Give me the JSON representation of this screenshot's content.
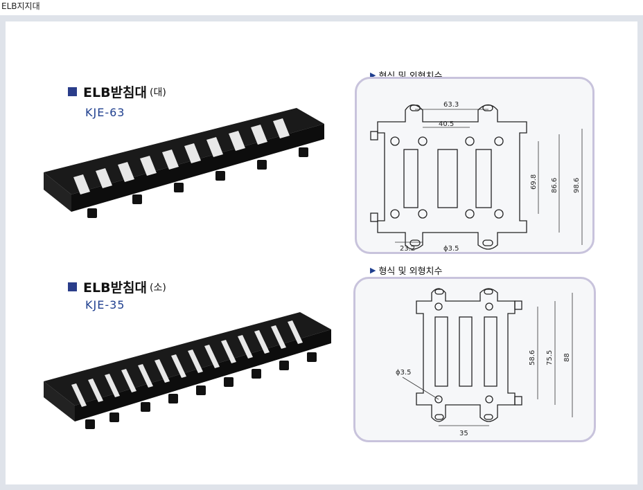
{
  "breadcrumb": "ELB지지대",
  "products": [
    {
      "title": "ELB받침대",
      "size": "(대)",
      "model": "KJE-63",
      "spec_title": "형식 및 외형치수",
      "dims": {
        "top": "63.3",
        "inner": "40.5",
        "h1": "69.8",
        "h2": "86.6",
        "h3": "98.6",
        "bottom": "23.2",
        "hole": "ϕ3.5"
      }
    },
    {
      "title": "ELB받침대",
      "size": "(소)",
      "model": "KJE-35",
      "spec_title": "형식 및 외형치수",
      "dims": {
        "hole": "ϕ3.5",
        "h1": "58.6",
        "h2": "75.5",
        "h3": "88",
        "bottom": "35"
      }
    }
  ]
}
